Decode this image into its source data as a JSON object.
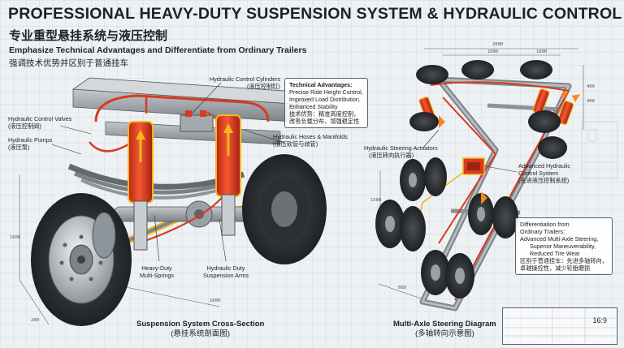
{
  "header": {
    "title": "PROFESSIONAL HEAVY-DUTY SUSPENSION SYSTEM & HYDRAULIC CONTROL",
    "title_cn": "专业重型悬挂系统与液压控制",
    "subtitle": "Emphasize Technical Advantages and Differentiate from Ordinary Trailers",
    "subtitle_cn": "强调技术优势并区别于普通挂车"
  },
  "left_diagram": {
    "labels": {
      "cylinders": "Hydraulic Control Cylinders",
      "cylinders_cn": "(液压控制缸)",
      "valves": "Hydraulic Control Valves",
      "valves_cn": "(液压控制阀)",
      "pumps": "Hydraulic Pumps",
      "pumps_cn": "(液压泵)",
      "hoses": "Hydraulic Hoses & Manifolds",
      "hoses_cn": "(液压软管与歧管)",
      "springs_1": "Heavy-Duty",
      "springs_2": "Multi-Springs",
      "arms_1": "Hydraulic Duty",
      "arms_2": "Suspension Arms"
    },
    "advantages": {
      "heading": "Technical Advantages:",
      "line1": "Precise Ride Height Control,",
      "line2": "Improved Load Distribution,",
      "line3": "Enhanced Stability",
      "cn1": "技术优势：精准高度控制，",
      "cn2": "改善负载分布，增强稳定性"
    },
    "caption": "Suspension System Cross-Section",
    "caption_cn": "(悬挂系统剖面图)",
    "dims": {
      "d1": "1600",
      "d2": "1600",
      "d3": "200"
    }
  },
  "right_diagram": {
    "labels": {
      "steering": "Hydraulic Steering Actuators",
      "steering_cn": "(液压转向执行器)",
      "control_1": "Advanced Hydraulic",
      "control_2": "Control System",
      "control_cn": "(先进液压控制系统)"
    },
    "differentiation": {
      "heading1": "Differentiation from",
      "heading2": "Ordinary Trailers:",
      "line1": "Advanced Multi-Axle Steering,",
      "line2": "Superior Maneuverability,",
      "line3": "Reduced Tire Wear",
      "cn1": "区别于普通挂车：先进多轴转向，",
      "cn2": "卓越操控性，减少轮胎磨损"
    },
    "caption": "Multi-Axle Steering Diagram",
    "caption_cn": "(多轴转向示意图)",
    "dims": {
      "top1": "2000",
      "top2": "1000",
      "top3": "1000",
      "side1": "400",
      "side2": "400",
      "mid": "1500",
      "bottom": "600"
    }
  },
  "title_block": {
    "ratio": "16:9"
  },
  "colors": {
    "hydraulic_red": "#d83a1e",
    "cylinder_yellow": "#f2b81c",
    "steel": "#8f969c",
    "tire": "#2b2e31"
  }
}
